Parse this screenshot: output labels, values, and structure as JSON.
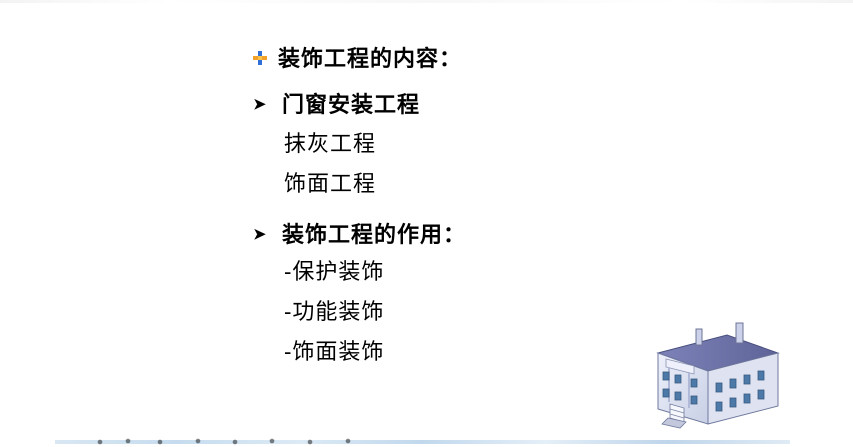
{
  "slide": {
    "bullet_heading_1": "装饰工程的内容：",
    "bullet_heading_2": "门窗安装工程",
    "sub_items_1": [
      "抹灰工程",
      "饰面工程"
    ],
    "bullet_heading_3": "装饰工程的作用：",
    "sub_items_2": [
      "-保护装饰",
      "-功能装饰",
      "-饰面装饰"
    ]
  },
  "icons": {
    "first_bullet": "plus-bullet-icon",
    "arrow_bullet": "arrow-right-icon",
    "illustration": "house-illustration"
  },
  "colors": {
    "text": "#000000",
    "bullet_orange": "#f2a22a",
    "bullet_blue": "#2f6fd6",
    "house_wall": "#d9deee",
    "house_roof": "#6f74a8",
    "house_windows": "#4c79a8"
  }
}
